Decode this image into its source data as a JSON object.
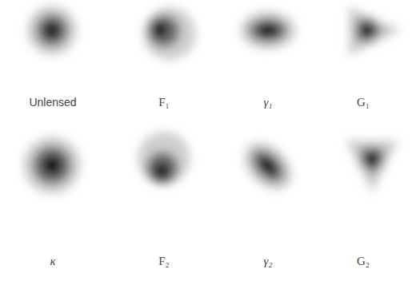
{
  "diagram": {
    "labels": [
      "Unlensed",
      "F₁",
      "γ₁",
      "G₁",
      "κ",
      "F₂",
      "γ₂",
      "G₂"
    ]
  }
}
